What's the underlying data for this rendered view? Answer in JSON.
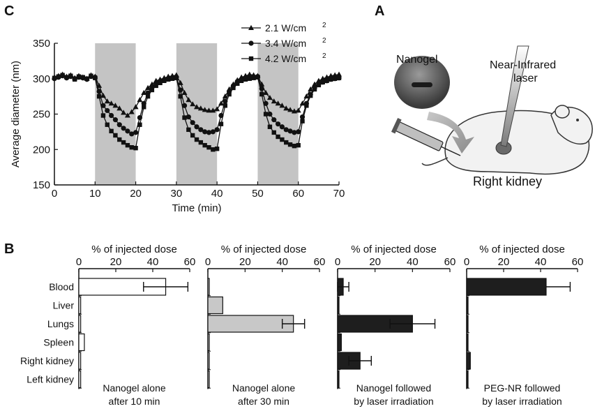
{
  "panels": {
    "c": "C",
    "a": "A",
    "b": "B"
  },
  "illustration": {
    "nanogel_label": "Nanogel",
    "laser_label_line1": "Near-Infrared",
    "laser_label_line2": "laser",
    "kidney_label": "Right kidney"
  },
  "chart_data": [
    {
      "type": "line",
      "xlabel": "Time (min)",
      "ylabel": "Average diameter (nm)",
      "xlim": [
        0,
        70
      ],
      "ylim": [
        150,
        350
      ],
      "xticks": [
        0,
        10,
        20,
        30,
        40,
        50,
        60,
        70
      ],
      "yticks": [
        150,
        200,
        250,
        300,
        350
      ],
      "shaded_intervals": [
        [
          10,
          20
        ],
        [
          30,
          40
        ],
        [
          50,
          60
        ]
      ],
      "legend_placement": "top-right",
      "x": [
        0,
        1,
        2,
        3,
        4,
        5,
        6,
        7,
        8,
        9,
        10,
        11,
        12,
        13,
        14,
        15,
        16,
        17,
        18,
        19,
        20,
        21,
        22,
        23,
        24,
        25,
        26,
        27,
        28,
        29,
        30,
        31,
        32,
        33,
        34,
        35,
        36,
        37,
        38,
        39,
        40,
        41,
        42,
        43,
        44,
        45,
        46,
        47,
        48,
        49,
        50,
        51,
        52,
        53,
        54,
        55,
        56,
        57,
        58,
        59,
        60,
        61,
        62,
        63,
        64,
        65,
        66,
        67,
        68,
        69,
        70
      ],
      "series": [
        {
          "name": "2.1 W/cm",
          "name_superscript": "2",
          "marker": "triangle",
          "values": [
            302,
            304,
            306,
            303,
            305,
            301,
            304,
            302,
            300,
            305,
            303,
            290,
            276,
            268,
            265,
            262,
            258,
            252,
            248,
            253,
            260,
            270,
            280,
            287,
            292,
            297,
            299,
            301,
            303,
            304,
            305,
            294,
            280,
            270,
            264,
            260,
            258,
            256,
            255,
            255,
            257,
            265,
            275,
            285,
            292,
            298,
            302,
            304,
            306,
            305,
            304,
            292,
            280,
            273,
            268,
            265,
            262,
            258,
            256,
            254,
            255,
            265,
            275,
            285,
            292,
            297,
            300,
            302,
            304,
            305,
            306
          ]
        },
        {
          "name": "3.4 W/cm",
          "name_superscript": "2",
          "marker": "circle",
          "values": [
            300,
            302,
            304,
            301,
            303,
            300,
            302,
            301,
            299,
            303,
            302,
            282,
            262,
            255,
            248,
            242,
            235,
            230,
            226,
            222,
            224,
            245,
            265,
            280,
            288,
            293,
            296,
            298,
            300,
            301,
            302,
            284,
            262,
            246,
            238,
            232,
            228,
            225,
            224,
            225,
            228,
            248,
            268,
            282,
            290,
            296,
            299,
            301,
            302,
            302,
            303,
            286,
            265,
            250,
            242,
            236,
            232,
            228,
            226,
            224,
            225,
            246,
            265,
            278,
            287,
            292,
            295,
            297,
            299,
            300,
            301
          ]
        },
        {
          "name": "4.2 W/cm",
          "name_superscript": "2",
          "marker": "square",
          "values": [
            301,
            303,
            305,
            302,
            304,
            299,
            303,
            302,
            300,
            304,
            301,
            275,
            248,
            235,
            226,
            220,
            214,
            210,
            206,
            203,
            202,
            235,
            260,
            275,
            284,
            290,
            294,
            297,
            299,
            300,
            301,
            275,
            245,
            228,
            220,
            214,
            210,
            206,
            203,
            200,
            201,
            236,
            262,
            278,
            287,
            293,
            297,
            299,
            300,
            301,
            302,
            278,
            250,
            232,
            224,
            218,
            214,
            210,
            207,
            205,
            206,
            240,
            262,
            276,
            285,
            291,
            295,
            297,
            299,
            300,
            301
          ]
        }
      ]
    },
    {
      "type": "bar",
      "orientation": "horizontal",
      "xlabel": "% of injected dose",
      "xlim": [
        0,
        60
      ],
      "xticks": [
        0,
        20,
        40,
        60
      ],
      "categories": [
        "Blood",
        "Liver",
        "Lungs",
        "Spleen",
        "Right kidney",
        "Left kidney"
      ],
      "caption_line1": "Nanogel alone",
      "caption_line2": "after 10 min",
      "fill": "#ffffff",
      "values": [
        47,
        1,
        1,
        3,
        1,
        1
      ],
      "errors": [
        12,
        0,
        0,
        0,
        0,
        0
      ]
    },
    {
      "type": "bar",
      "orientation": "horizontal",
      "xlabel": "% of injected dose",
      "xlim": [
        0,
        60
      ],
      "xticks": [
        0,
        20,
        40,
        60
      ],
      "categories": [
        "Blood",
        "Liver",
        "Lungs",
        "Spleen",
        "Right kidney",
        "Left kidney"
      ],
      "caption_line1": "Nanogel alone",
      "caption_line2": "after 30 min",
      "fill": "#c8c8c8",
      "values": [
        0.5,
        8,
        46,
        0.5,
        0.5,
        0.5
      ],
      "errors": [
        0,
        0,
        6,
        0,
        0,
        0
      ]
    },
    {
      "type": "bar",
      "orientation": "horizontal",
      "xlabel": "% of injected dose",
      "xlim": [
        0,
        60
      ],
      "xticks": [
        0,
        20,
        40,
        60
      ],
      "categories": [
        "Blood",
        "Liver",
        "Lungs",
        "Spleen",
        "Right kidney",
        "Left kidney"
      ],
      "caption_line1": "Nanogel followed",
      "caption_line2": "by laser irradiation",
      "fill": "#1e1e1e",
      "values": [
        3,
        0.5,
        40,
        2,
        12,
        0.5
      ],
      "errors": [
        3,
        0,
        12,
        0,
        6,
        0
      ]
    },
    {
      "type": "bar",
      "orientation": "horizontal",
      "xlabel": "% of injected dose",
      "xlim": [
        0,
        60
      ],
      "xticks": [
        0,
        20,
        40,
        60
      ],
      "categories": [
        "Blood",
        "Liver",
        "Lungs",
        "Spleen",
        "Right kidney",
        "Left kidney"
      ],
      "caption_line1": "PEG-NR followed",
      "caption_line2": "by laser irradiation",
      "fill": "#1e1e1e",
      "values": [
        43,
        0.5,
        0.5,
        0.5,
        2,
        0.5
      ],
      "errors": [
        0,
        0,
        0,
        0,
        0,
        0
      ],
      "errors_upper": [
        13,
        0,
        0,
        0,
        0,
        0
      ]
    }
  ]
}
